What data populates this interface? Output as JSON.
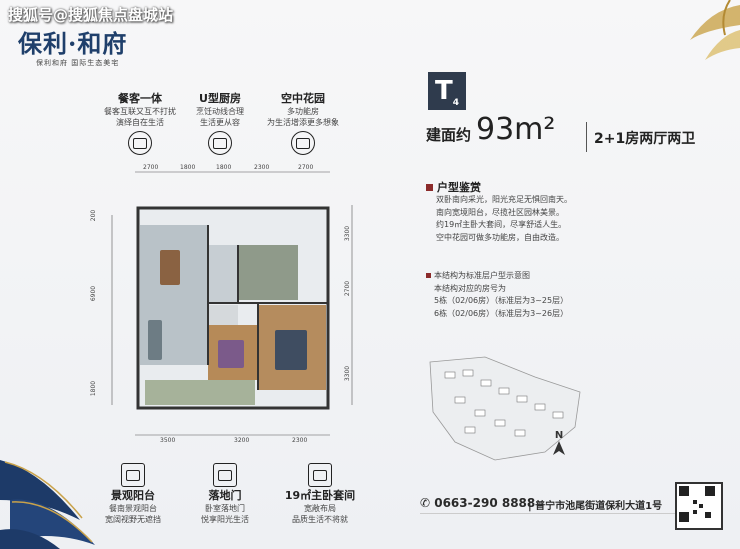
{
  "watermark": "搜狐号@搜狐焦点盘城站",
  "brand": {
    "name": "保利·和府",
    "sub": "保利和府  国际生态美宅"
  },
  "features_top": [
    {
      "title": "餐客一体",
      "desc": [
        "餐客互联又互不打扰",
        "演绎自在生活"
      ],
      "icon": "dining-icon"
    },
    {
      "title": "U型厨房",
      "desc": [
        "烹饪动线合理",
        "生活更从容"
      ],
      "icon": "kitchen-icon"
    },
    {
      "title": "空中花园",
      "desc": [
        "多功能房",
        "为生活增添更多想象"
      ],
      "icon": "garden-icon"
    }
  ],
  "features_bottom": [
    {
      "title": "景观阳台",
      "desc": [
        "餐南景观阳台",
        "宽阔视野无遮挡"
      ],
      "icon": "balcony-icon"
    },
    {
      "title": "落地门",
      "desc": [
        "卧室落地门",
        "悦享阳光生活"
      ],
      "icon": "door-icon"
    },
    {
      "title": "19㎡主卧套间",
      "desc": [
        "宽敞布局",
        "品质生活不将就"
      ],
      "icon": "bed-icon"
    }
  ],
  "unit": {
    "badge": "T",
    "badge_sub": "4",
    "area_label": "建面约",
    "area_value": "93m²",
    "type": "2+1房两厅两卫"
  },
  "section": {
    "title": "户型鉴赏",
    "desc": [
      "双卧南向采光，阳光充足无惧回南天。",
      "南向宽境阳台，尽揽社区园林美景。",
      "约19㎡主卧大套间，尽享舒适人生。",
      "空中花园可做多功能房，自由改造。"
    ]
  },
  "note": {
    "lines": [
      "本结构为标准层户型示意图",
      "本结构对应的房号为",
      "5栋（02/06房）（标准层为3~25层）",
      "6栋（02/06房）（标准层为3~26层）"
    ]
  },
  "compass": "N",
  "contact": {
    "phone": "0663-290 8888",
    "address": "普宁市池尾街道保利大道1号"
  },
  "plan_dims": {
    "top": [
      "2700",
      "1800",
      "1800",
      "2300",
      "2700"
    ],
    "bottom": [
      "3500",
      "3200",
      "2300"
    ],
    "left": [
      "6900",
      "1800",
      "200"
    ],
    "right": [
      "3300",
      "2700",
      "3300"
    ]
  },
  "colors": {
    "accent": "#8b2b2b",
    "navy": "#1f3f6b",
    "badge": "#2f3b4d"
  }
}
